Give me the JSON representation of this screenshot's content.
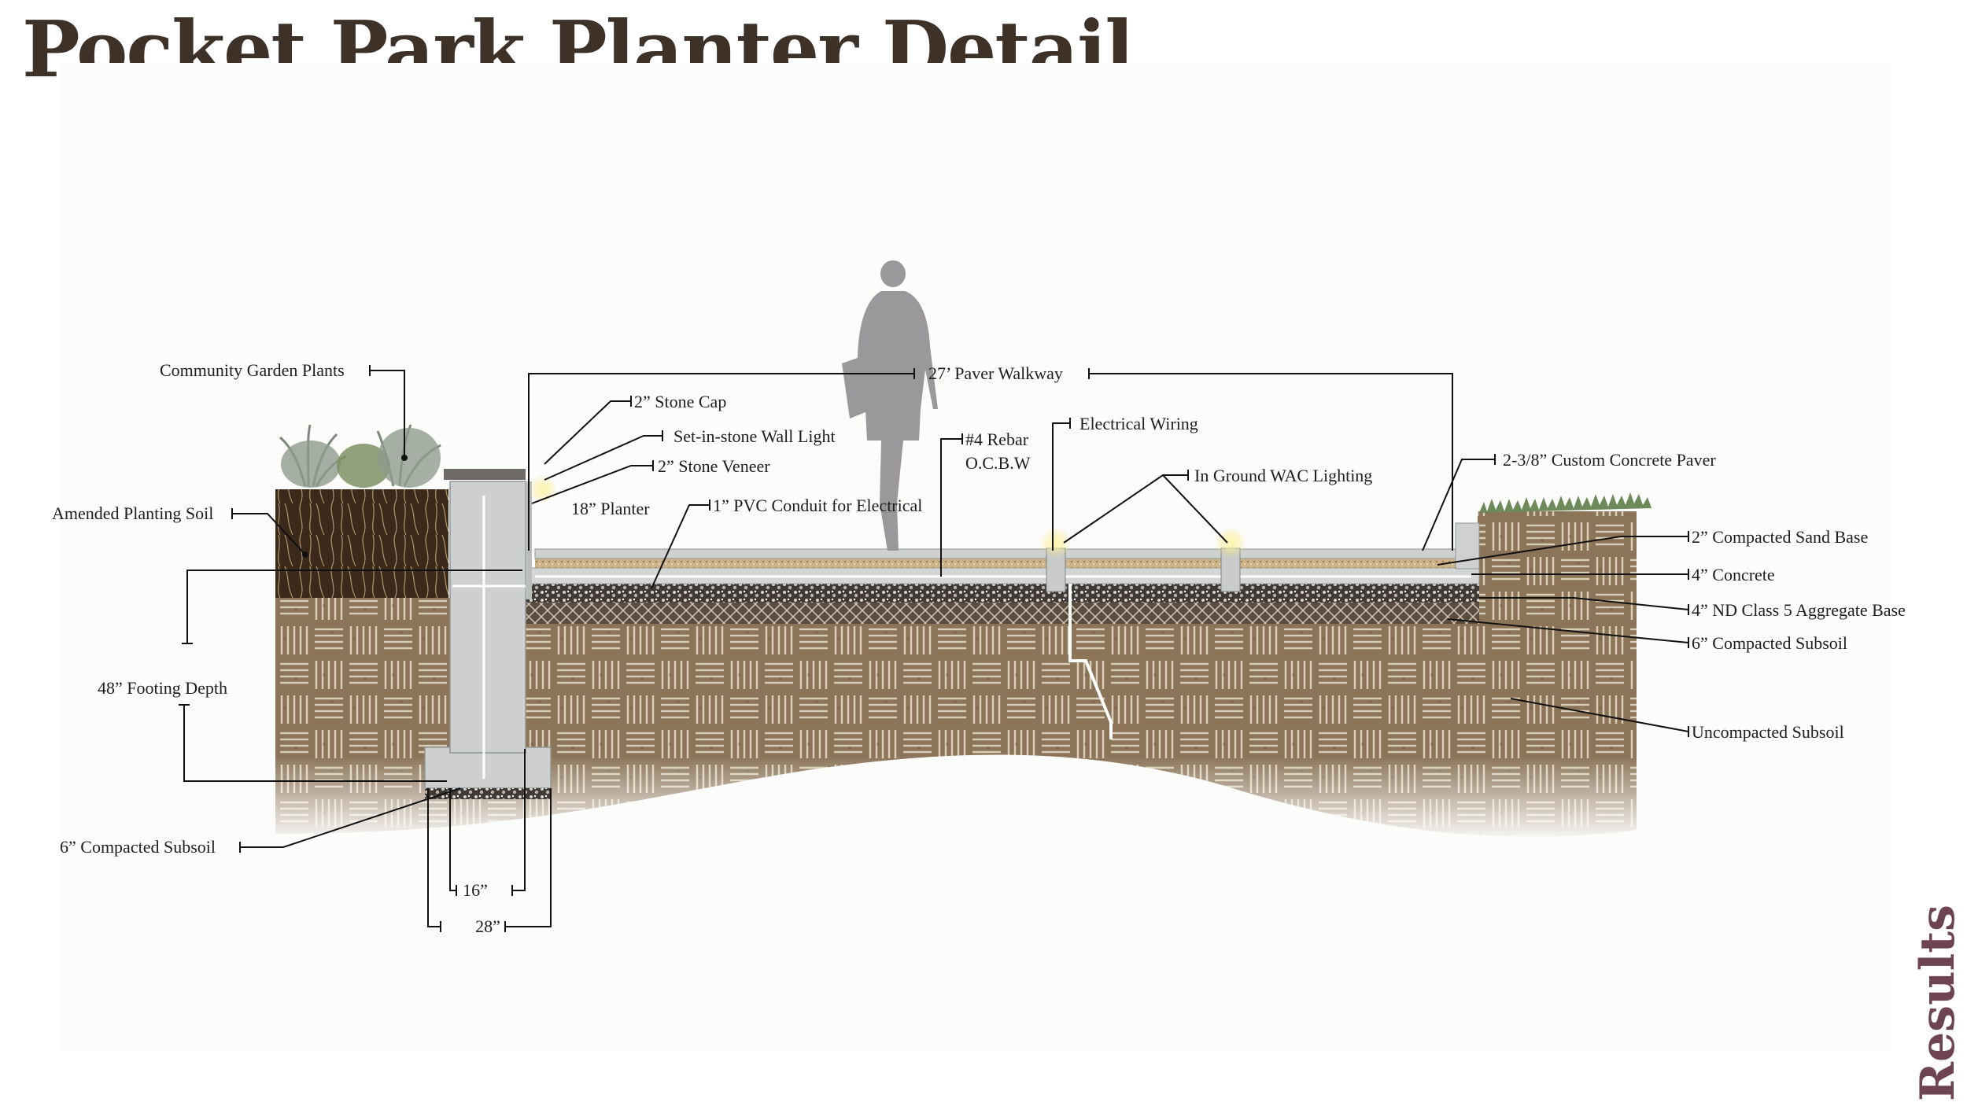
{
  "title": "Pocket Park Planter Detail",
  "section_tab": "Results",
  "labels": {
    "community_garden_plants": "Community Garden Plants",
    "amended_planting_soil": "Amended Planting Soil",
    "footing_depth": "48” Footing Depth",
    "compacted_subsoil_left": "6” Compacted Subsoil",
    "width_16": "16”",
    "width_28": "28”",
    "stone_cap": "2” Stone Cap",
    "wall_light": "Set-in-stone Wall Light",
    "stone_veneer": "2” Stone Veneer",
    "planter": "18” Planter",
    "pvc_conduit": "1” PVC Conduit for Electrical",
    "paver_walkway": "27’ Paver Walkway",
    "rebar_line1": "#4 Rebar",
    "rebar_line2": "O.C.B.W",
    "electrical_wiring": "Electrical Wiring",
    "in_ground_lighting": "In Ground WAC Lighting",
    "custom_paver": "2-3/8” Custom Concrete Paver",
    "sand_base": "2” Compacted Sand Base",
    "concrete": "4” Concrete",
    "aggregate_base": "4” ND Class 5 Aggregate Base",
    "compacted_subsoil_right": "6” Compacted Subsoil",
    "uncompacted_subsoil": "Uncompacted Subsoil"
  },
  "colors": {
    "title": "#3d3128",
    "section_tab": "#6e4352",
    "soil": "#8a7357",
    "concrete": "#c9cccb",
    "silhouette": "#9b989b",
    "light_glow": "#f4e27a"
  }
}
